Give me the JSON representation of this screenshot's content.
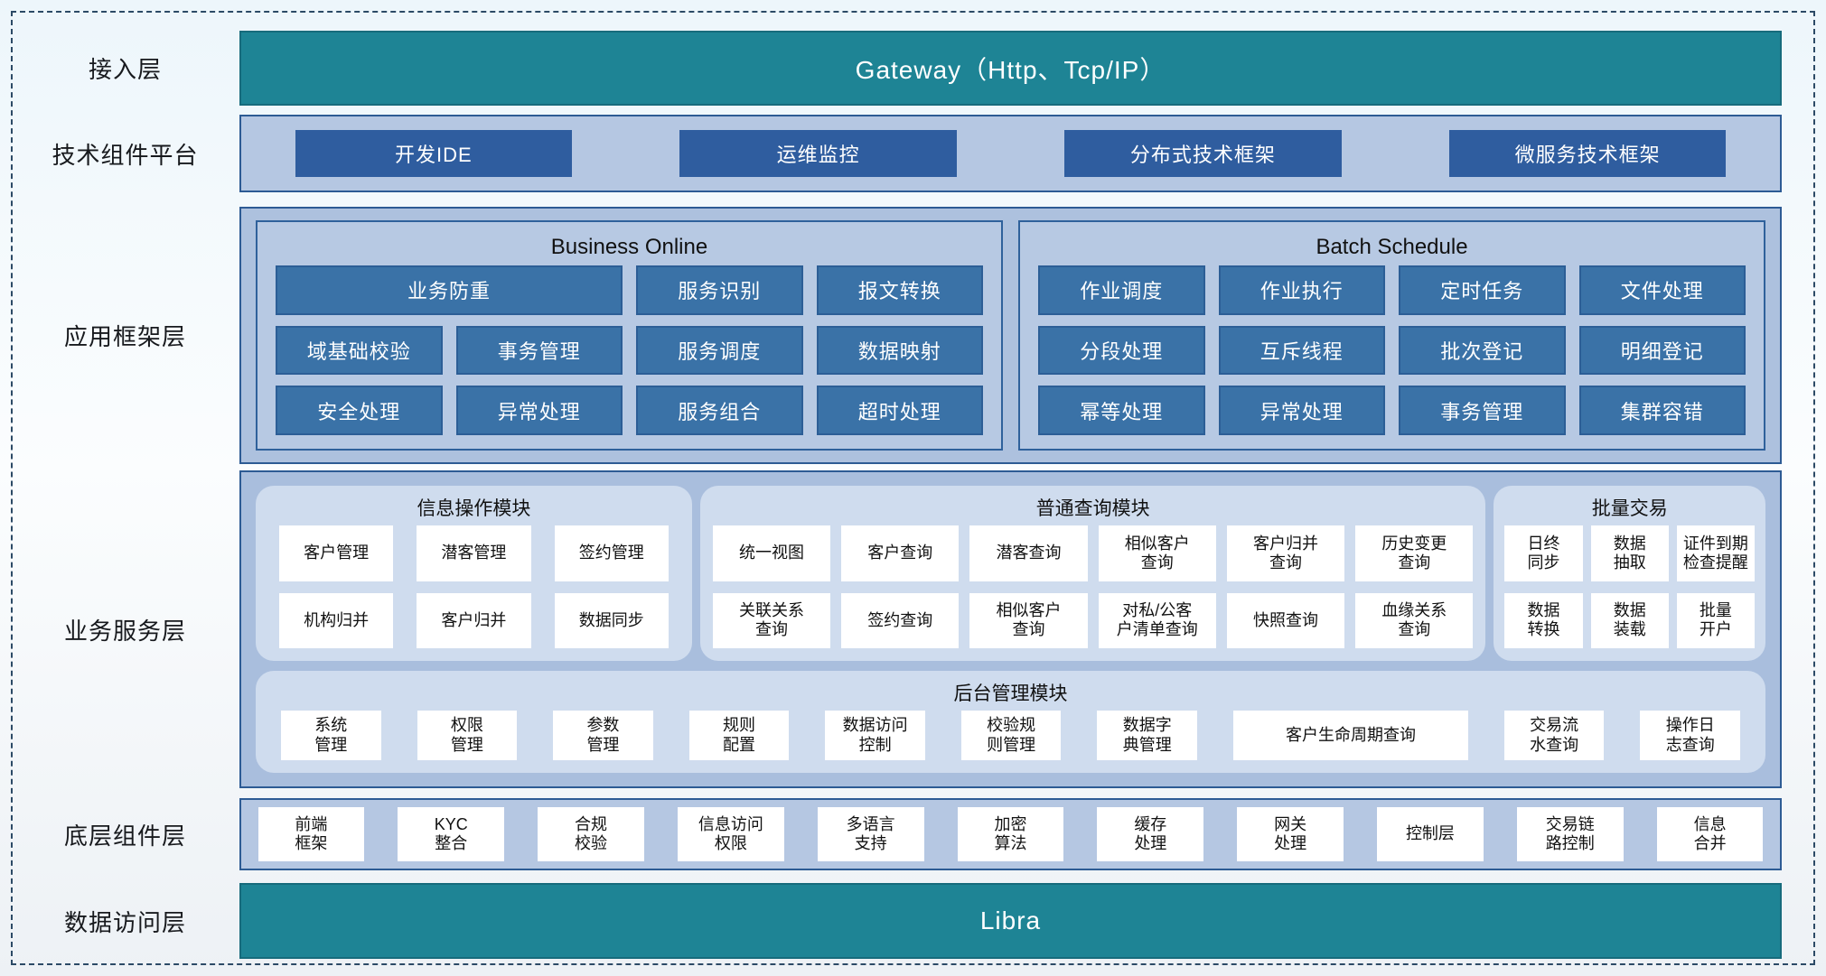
{
  "access": {
    "label": "接入层",
    "gateway": "Gateway（Http、Tcp/IP）"
  },
  "tech": {
    "label": "技术组件平台",
    "buttons": [
      "开发IDE",
      "运维监控",
      "分布式技术框架",
      "微服务技术框架"
    ]
  },
  "framework": {
    "label": "应用框架层",
    "business_online": {
      "title": "Business Online",
      "row1": [
        "业务防重",
        "服务识别",
        "报文转换"
      ],
      "row2": [
        "域基础校验",
        "事务管理",
        "服务调度",
        "数据映射"
      ],
      "row3": [
        "安全处理",
        "异常处理",
        "服务组合",
        "超时处理"
      ]
    },
    "batch_schedule": {
      "title": "Batch Schedule",
      "row1": [
        "作业调度",
        "作业执行",
        "定时任务",
        "文件处理"
      ],
      "row2": [
        "分段处理",
        "互斥线程",
        "批次登记",
        "明细登记"
      ],
      "row3": [
        "幂等处理",
        "异常处理",
        "事务管理",
        "集群容错"
      ]
    }
  },
  "service": {
    "label": "业务服务层",
    "info_module": {
      "title": "信息操作模块",
      "row1": [
        "客户管理",
        "潜客管理",
        "签约管理"
      ],
      "row2": [
        "机构归并",
        "客户归并",
        "数据同步"
      ]
    },
    "query_module": {
      "title": "普通查询模块",
      "row1": [
        "统一视图",
        "客户查询",
        "潜客查询",
        "相似客户\n查询",
        "客户归并\n查询",
        "历史变更\n查询"
      ],
      "row2": [
        "关联关系\n查询",
        "签约查询",
        "相似客户\n查询",
        "对私/公客\n户清单查询",
        "快照查询",
        "血缘关系\n查询"
      ]
    },
    "batch_module": {
      "title": "批量交易",
      "row1": [
        "日终\n同步",
        "数据\n抽取",
        "证件到期\n检查提醒"
      ],
      "row2": [
        "数据\n转换",
        "数据\n装载",
        "批量\n开户"
      ]
    },
    "admin_module": {
      "title": "后台管理模块",
      "items": [
        "系统\n管理",
        "权限\n管理",
        "参数\n管理",
        "规则\n配置",
        "数据访问\n控制",
        "校验规\n则管理",
        "数据字\n典管理",
        "客户生命周期查询",
        "交易流\n水查询",
        "操作日\n志查询"
      ]
    }
  },
  "base": {
    "label": "底层组件层",
    "items": [
      "前端\n框架",
      "KYC\n整合",
      "合规\n校验",
      "信息访问\n权限",
      "多语言\n支持",
      "加密\n算法",
      "缓存\n处理",
      "网关\n处理",
      "控制层",
      "交易链\n路控制",
      "信息\n合并"
    ]
  },
  "data_access": {
    "label": "数据访问层",
    "bar": "Libra"
  },
  "colors": {
    "teal": "#1e8495",
    "dark_blue": "#2f5d9f",
    "steel_blue": "#3a72a7",
    "band_light": "#b5c7e2",
    "panel_rounded": "#cfdcee",
    "border_blue": "#2d5b94"
  }
}
